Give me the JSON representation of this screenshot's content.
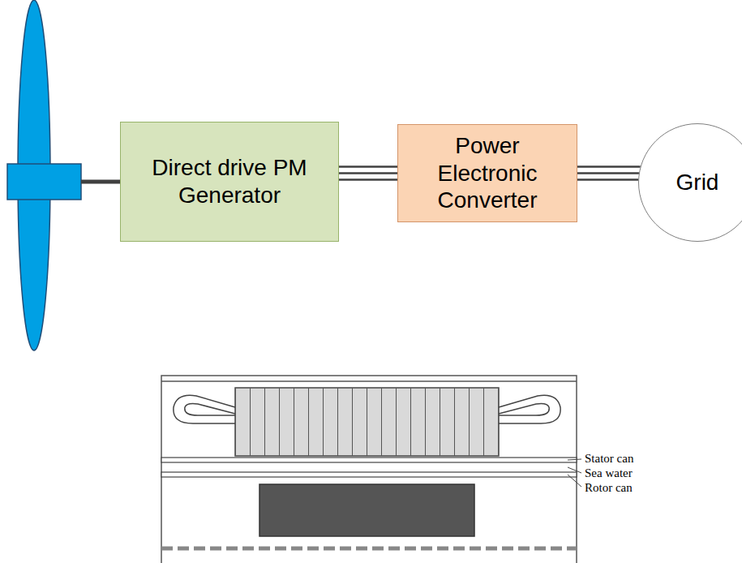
{
  "diagram": {
    "nodes": [
      {
        "text": [
          "Direct drive PM Generator"
        ]
      },
      {
        "text": [
          "Power Electronic Converter"
        ]
      },
      {
        "text": [
          "Grid"
        ]
      }
    ],
    "edges": [
      {
        "from": 0,
        "to": 1,
        "arrow": "none"
      },
      {
        "from": 1,
        "to": 2,
        "arrow": "none"
      }
    ],
    "labels": [
      "Stator can",
      "Sea water",
      "Rotor can"
    ]
  }
}
